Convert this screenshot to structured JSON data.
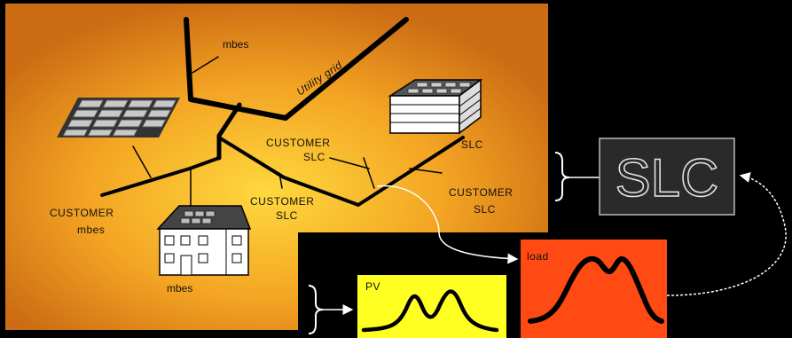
{
  "labels": {
    "mbes_top": "mbes",
    "utility_grid": "Utility grid",
    "customer_slc_center": [
      "CUSTOMER",
      "SLC"
    ],
    "slc_building": "SLC",
    "customer_slc_lower": [
      "CUSTOMER",
      "SLC"
    ],
    "customer_slc_right": [
      "CUSTOMER",
      "SLC"
    ],
    "customer_mbes_left": [
      "CUSTOMER",
      "mbes"
    ],
    "mbes_house": "mbes",
    "slc_box": "SLC",
    "pv_panel": "PV",
    "load_panel": "load"
  },
  "colors": {
    "background": "#000000",
    "map_gradient_outer": "#d47a1a",
    "map_gradient_inner": "#ffd23a",
    "pv_box": "#ffff22",
    "load_box": "#ff4a14",
    "slc_box_fill": "#2a2a2a"
  },
  "icons": [
    "solar-panel-array-icon",
    "house-icon",
    "commercial-building-icon",
    "brace-icon",
    "arrow-icon"
  ]
}
